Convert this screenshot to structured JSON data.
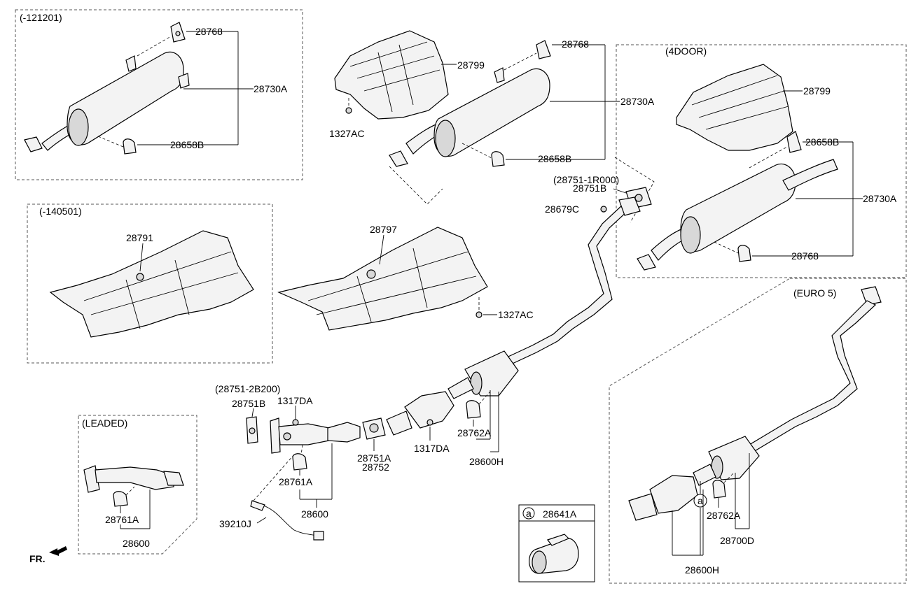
{
  "frames": {
    "f1": "(-121201)",
    "f2": "(-140501)",
    "f3": "(4DOOR)",
    "f4": "(LEADED)",
    "f5": "(EURO 5)"
  },
  "variants": {
    "v1": "(28751-1R000)",
    "v2": "(28751-2B200)"
  },
  "labels": {
    "l01": "28768",
    "l02": "28730A",
    "l03": "28658B",
    "l04": "28799",
    "l05": "1327AC",
    "l06": "28768",
    "l07": "28730A",
    "l08": "28658B",
    "l09": "28751B",
    "l10": "28679C",
    "l11": "28799",
    "l12": "28658B",
    "l13": "28730A",
    "l14": "28768",
    "l15": "28791",
    "l16": "28797",
    "l17": "1327AC",
    "l18": "28751B",
    "l19": "1317DA",
    "l20": "28751A",
    "l21": "28752",
    "l22": "1317DA",
    "l23": "28762A",
    "l24": "28600H",
    "l25": "28761A",
    "l26": "28600",
    "l27": "39210J",
    "l28": "28761A",
    "l29": "28600",
    "l30": "28762A",
    "l31": "28700D",
    "l32": "28600H"
  },
  "legend": {
    "marker": "a",
    "part": "28641A"
  },
  "callout": {
    "marker": "a"
  },
  "direction": "FR."
}
